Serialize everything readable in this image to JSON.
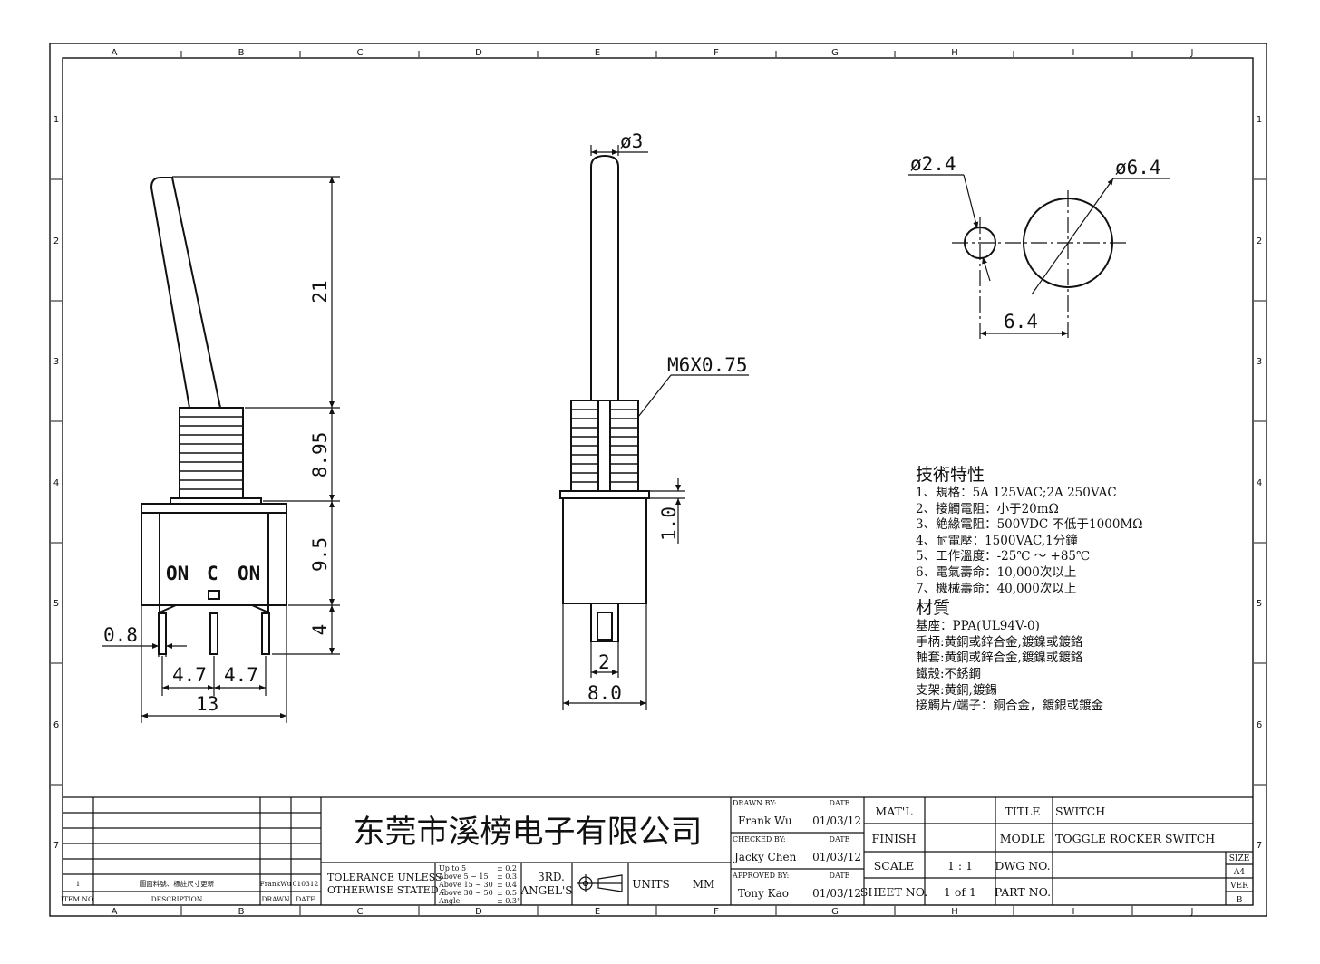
{
  "border": {
    "columns": [
      "A",
      "B",
      "C",
      "D",
      "E",
      "F",
      "G",
      "H",
      "I",
      "J"
    ],
    "rows": [
      "1",
      "2",
      "3",
      "4",
      "5",
      "6",
      "7"
    ]
  },
  "dimensions": {
    "side": {
      "lever_height": "21",
      "bushing_height": "8.95",
      "body_height": "9.5",
      "terminal_length": "4",
      "terminal_width": "0.8",
      "pitch_left": "4.7",
      "pitch_right": "4.7",
      "overall_width": "13"
    },
    "front": {
      "lever_dia": "ø3",
      "thread": "M6X0.75",
      "washer": "1.0",
      "terminal": "2",
      "body_width": "8.0"
    },
    "panel": {
      "small_hole": "ø2.4",
      "large_hole": "ø6.4",
      "spacing": "6.4"
    }
  },
  "body_labels": {
    "left": "ON",
    "center": "C",
    "right": "ON"
  },
  "specs": {
    "title": "技術特性",
    "lines": [
      "1、規格：5A 125VAC;2A 250VAC",
      "2、接觸電阻：小于20mΩ",
      "3、絶緣電阻：500VDC 不低于1000MΩ",
      "4、耐電壓：1500VAC,1分鐘",
      "5、工作溫度：-25℃ ～ +85℃",
      "6、電氣壽命：10,000次以上",
      "7、機械壽命：40,000次以上"
    ],
    "material_title": "材質",
    "material_lines": [
      "基座：PPA(UL94V-0)",
      "手柄:黄銅或鋅合金,鍍鎳或鍍鉻",
      "軸套:黄銅或鋅合金,鍍鎳或鍍鉻",
      "鐵殼:不銹鋼",
      "支架:黄銅,鍍錫",
      "接觸片/端子：銅合金，鍍銀或鍍金"
    ]
  },
  "revision": {
    "item": "1",
    "description": "圖面料號、標註尺寸更新",
    "drawn": "FrankWu",
    "date": "010312",
    "hdr_item": "ITEM NO.",
    "hdr_desc": "DESCRIPTION",
    "hdr_drawn": "DRAWN",
    "hdr_date": "DATE"
  },
  "company": "东莞市溪榜电子有限公司",
  "tolerance": {
    "label1": "TOLERANCE UNLESS",
    "label2": "OTHERWISE STATED :",
    "ranges": [
      "Up  to 5",
      "Above 5  ~ 15",
      "Above 15 ~ 30",
      "Above 30 ~ 50",
      "Angle"
    ],
    "values": [
      "± 0.2",
      "± 0.3",
      "± 0.4",
      "± 0.5",
      "± 0.3°"
    ]
  },
  "projection": {
    "line1": "3RD.",
    "line2": "ANGEL'S"
  },
  "units": {
    "label": "UNITS",
    "value": "MM"
  },
  "signoff": {
    "drawn_by": "DRAWN BY:",
    "drawn_name": "Frank Wu",
    "drawn_date": "01/03/12",
    "checked_by": "CHECKED BY:",
    "checked_name": "Jacky Chen",
    "checked_date": "01/03/12",
    "approved_by": "APPROVED BY:",
    "approved_name": "Tony Kao",
    "approved_date": "01/03/12",
    "date_label": "DATE"
  },
  "title_block": {
    "matl_label": "MAT'L",
    "matl_value": "",
    "finish_label": "FINISH",
    "finish_value": "",
    "scale_label": "SCALE",
    "scale_value": "1 : 1",
    "sheet_label": "SHEET NO.",
    "sheet_value": "1 of 1",
    "title_label": "TITLE",
    "title_value": "SWITCH",
    "model_label": "MODLE",
    "model_value": "TOGGLE ROCKER SWITCH",
    "dwg_label": "DWG NO.",
    "dwg_value": "",
    "part_label": "PART NO.",
    "part_value": "",
    "size_label": "SIZE",
    "size_value": "A4",
    "ver_label": "VER",
    "ver_value": "B"
  }
}
